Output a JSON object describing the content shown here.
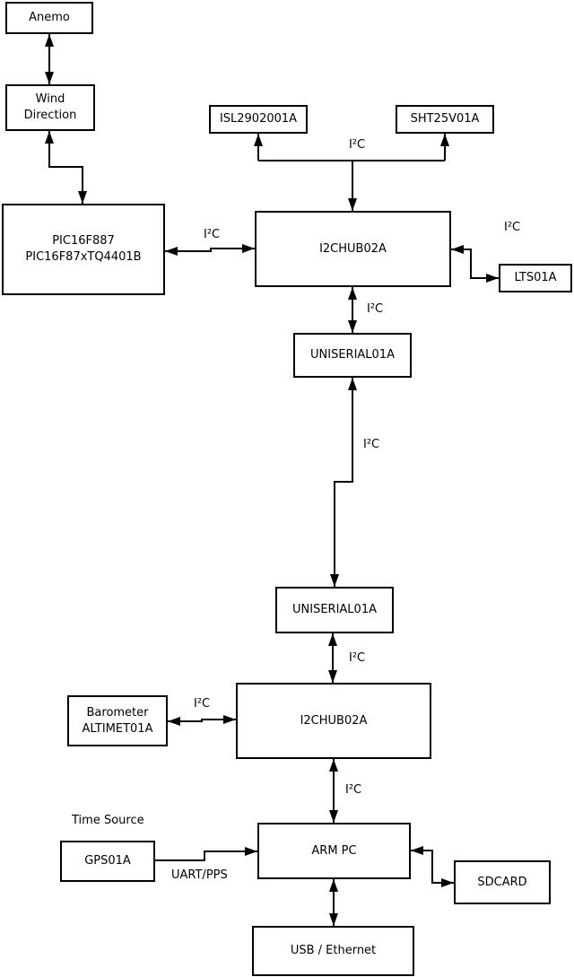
{
  "diagram": {
    "nodes": {
      "anemo": {
        "label": "Anemo"
      },
      "wind": {
        "lines": [
          "Wind",
          "Direction"
        ]
      },
      "pic": {
        "lines": [
          "PIC16F887",
          "PIC16F87xTQ4401B"
        ]
      },
      "isl": {
        "label": "ISL2902001A"
      },
      "sht": {
        "label": "SHT25V01A"
      },
      "hub1": {
        "label": "I2CHUB02A"
      },
      "lts": {
        "label": "LTS01A"
      },
      "uniserial1": {
        "label": "UNISERIAL01A"
      },
      "uniserial2": {
        "label": "UNISERIAL01A"
      },
      "hub2": {
        "label": "I2CHUB02A"
      },
      "barometer": {
        "lines": [
          "Barometer",
          "ALTIMET01A"
        ]
      },
      "gps": {
        "label": "GPS01A"
      },
      "armpc": {
        "label": "ARM PC"
      },
      "sdcard": {
        "label": "SDCARD"
      },
      "usb": {
        "label": "USB / Ethernet"
      }
    },
    "edge_labels": {
      "i2c_pic_hub1": "I²C",
      "i2c_hub1_sensors": "I²C",
      "i2c_hub1_lts": "I²C",
      "i2c_hub1_uniserial1": "I²C",
      "i2c_uniserial_link": "I²C",
      "i2c_uniserial2_hub2": "I²C",
      "i2c_barometer_hub2": "I²C",
      "i2c_hub2_armpc": "I²C",
      "uart_pps": "UART/PPS",
      "time_source": "Time Source"
    },
    "colors": {
      "background": "#ffffff",
      "box_fill": "#ffffff",
      "box_border": "#000000",
      "line": "#000000",
      "text": "#000000"
    }
  }
}
